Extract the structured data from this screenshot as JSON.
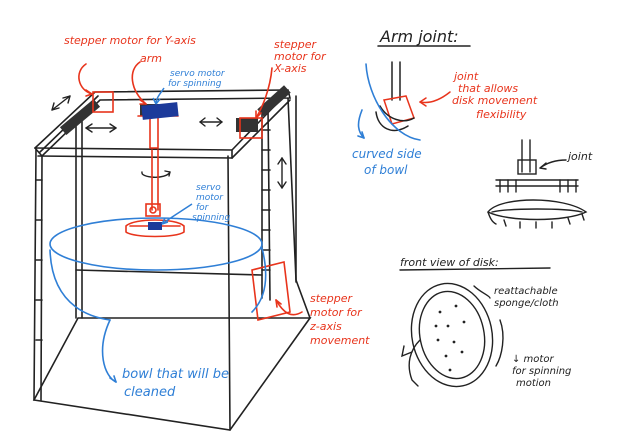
{
  "labels": {
    "stepper_y": "stepper motor for Y-axis",
    "arm": "arm",
    "servo_spin_top_1": "servo motor",
    "servo_spin_top_2": "for spinning",
    "stepper_x_1": "stepper",
    "stepper_x_2": "motor for",
    "stepper_x_3": "X-axis",
    "servo_mid_1": "servo",
    "servo_mid_2": "motor",
    "servo_mid_3": "for",
    "servo_mid_4": "spinning",
    "stepper_z_1": "stepper",
    "stepper_z_2": "motor for",
    "stepper_z_3": "z-axis",
    "stepper_z_4": "movement",
    "bowl_1": "bowl that will be",
    "bowl_2": "cleaned",
    "arm_joint_title": "Arm joint:",
    "joint_1": "joint",
    "joint_2": "that allows",
    "joint_3": "disk movement",
    "joint_4": "flexibility",
    "curved_1": "curved side",
    "curved_2": "of bowl",
    "joint_short": "joint",
    "front_view": "front view of disk:",
    "sponge_1": "reattachable",
    "sponge_2": "sponge/cloth",
    "motor_1": "↓ motor",
    "motor_2": "for spinning",
    "motor_3": "motion"
  },
  "colors": {
    "ink": "#222222",
    "red": "#e8341c",
    "blue": "#2f7fd6",
    "navy": "#1c3a9a"
  }
}
